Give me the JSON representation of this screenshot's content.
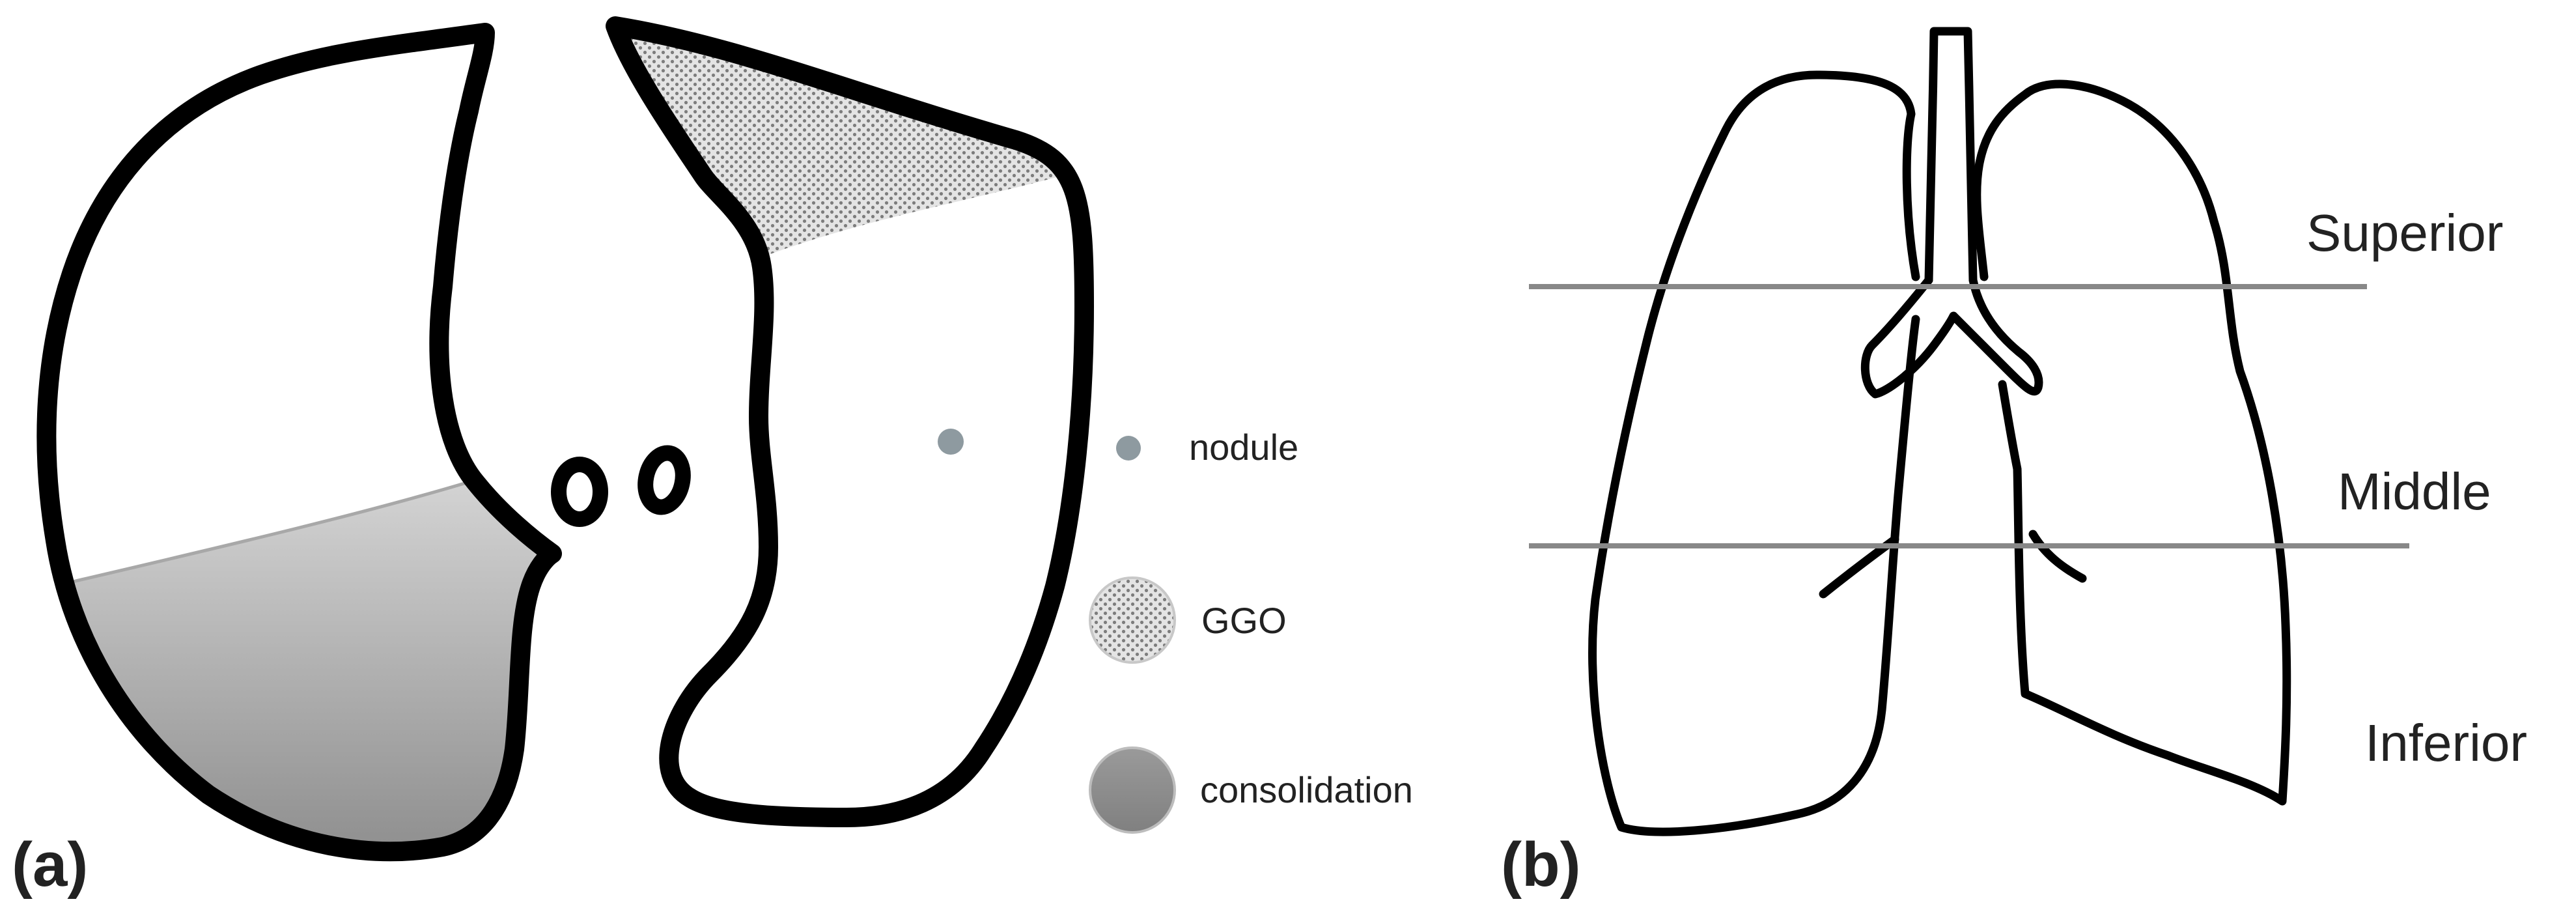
{
  "panel_a": {
    "label": "(a)",
    "legend": [
      {
        "id": "nodule",
        "label": "nodule",
        "color": "#8e9aa0"
      },
      {
        "id": "ggo",
        "label": "GGO",
        "color": "#b8b8b8"
      },
      {
        "id": "consolidation",
        "label": "consolidation",
        "color": "#8c8c8c"
      }
    ]
  },
  "panel_b": {
    "label": "(b)",
    "zones": [
      {
        "id": "superior",
        "label": "Superior"
      },
      {
        "id": "middle",
        "label": "Middle"
      },
      {
        "id": "inferior",
        "label": "Inferior"
      }
    ]
  },
  "colors": {
    "outline": "#000000",
    "divider_line": "#888888",
    "consolidation_dark": "#8a8a8a",
    "consolidation_light": "#d4d4d4",
    "ggo_dot": "#7a7a7a",
    "ggo_bg": "#d9d9d9"
  }
}
